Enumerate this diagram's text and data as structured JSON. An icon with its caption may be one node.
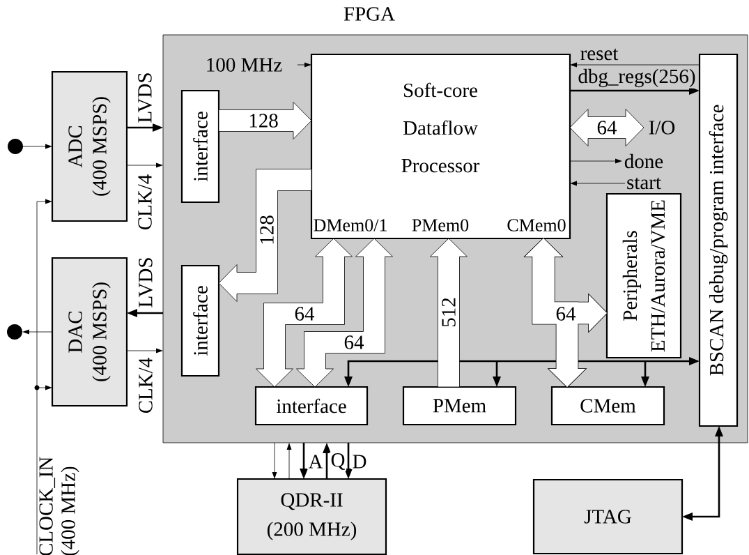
{
  "diagram": {
    "nodes": [
      {
        "text": [
          "FPGA"
        ]
      },
      {
        "text": [
          "ADC",
          "(400 MSPS)"
        ]
      },
      {
        "text": [
          "DAC",
          "(400 MSPS)"
        ]
      },
      {
        "text": [
          "interface"
        ],
        "in": 0
      },
      {
        "text": [
          "Soft-core Dataflow Processor",
          "DMem0/1",
          "PMem0",
          "CMem0"
        ],
        "in": 0
      },
      {
        "text": [
          "interface"
        ],
        "in": 0
      },
      {
        "text": [
          "Peripherals ETH/Aurora/VME"
        ],
        "in": 0
      },
      {
        "text": [
          "BSCAN debug/program interface"
        ],
        "in": 0
      },
      {
        "text": [
          "interface"
        ],
        "in": 0
      },
      {
        "text": [
          "PMem"
        ],
        "in": 0
      },
      {
        "text": [
          "CMem"
        ],
        "in": 0
      },
      {
        "text": [
          "QDR-II",
          "(200 MHz)"
        ]
      },
      {
        "text": [
          "JTAG"
        ]
      },
      {
        "text": [],
        "shape": "circle"
      },
      {
        "text": [],
        "shape": "circle"
      },
      {
        "text": [
          "CLOCK_IN (400 MHz)"
        ]
      },
      {
        "text": [
          "I/O"
        ],
        "in": 0
      },
      {
        "text": [
          "done"
        ],
        "in": 0
      },
      {
        "text": [
          "start"
        ],
        "in": 0
      }
    ],
    "edges": [
      {
        "from": 13,
        "to": 1,
        "arrow": "to"
      },
      {
        "from": 15,
        "to": 1,
        "arrow": "to"
      },
      {
        "from": 15,
        "to": 2,
        "arrow": "to"
      },
      {
        "from": 2,
        "to": 14,
        "arrow": "to"
      },
      {
        "from": 1,
        "to": 0,
        "arrow": "to",
        "label": "LVDS",
        "style": "thick"
      },
      {
        "from": 1,
        "to": 0,
        "arrow": "to",
        "label": "CLK/4"
      },
      {
        "from": 0,
        "to": 2,
        "arrow": "to",
        "label": "LVDS",
        "style": "thick"
      },
      {
        "from": 2,
        "to": 0,
        "arrow": "to",
        "label": "CLK/4"
      },
      {
        "from": null,
        "to": 4,
        "arrow": "to",
        "label": "100 MHz"
      },
      {
        "from": 3,
        "to": 4,
        "arrow": "to",
        "label": "128",
        "style": "thick"
      },
      {
        "from": 4,
        "to": 5,
        "arrow": "to",
        "label": "128",
        "style": "thick"
      },
      {
        "from": 4,
        "to": 8,
        "arrow": "both",
        "label": "64",
        "style": "thick"
      },
      {
        "from": 4,
        "to": 8,
        "arrow": "both",
        "label": "64",
        "style": "thick"
      },
      {
        "from": 9,
        "to": 4,
        "arrow": "to",
        "label": "512",
        "style": "thick"
      },
      {
        "from": 4,
        "to": 6,
        "arrow": "both",
        "label": "64",
        "style": "thick"
      },
      {
        "from": 4,
        "to": 10,
        "arrow": "both",
        "style": "thick"
      },
      {
        "from": 4,
        "to": 16,
        "arrow": "both",
        "label": "64",
        "style": "thick"
      },
      {
        "from": 4,
        "to": 17,
        "arrow": "to"
      },
      {
        "from": 18,
        "to": 4,
        "arrow": "to"
      },
      {
        "from": 7,
        "to": 4,
        "arrow": "to",
        "label": "reset"
      },
      {
        "from": 4,
        "to": 7,
        "arrow": "to",
        "label": "dbg_regs(256)",
        "style": "thick"
      },
      {
        "from": 7,
        "to": 8,
        "arrow": "both",
        "style": "thick"
      },
      {
        "from": 7,
        "to": 9,
        "arrow": "both",
        "style": "thick"
      },
      {
        "from": 7,
        "to": 10,
        "arrow": "both",
        "style": "thick"
      },
      {
        "from": 0,
        "to": 11,
        "arrow": "to"
      },
      {
        "from": 11,
        "to": 0,
        "arrow": "to"
      },
      {
        "from": 0,
        "to": 11,
        "arrow": "to",
        "label": "A",
        "style": "thick"
      },
      {
        "from": 11,
        "to": 0,
        "arrow": "to",
        "label": "Q",
        "style": "thick"
      },
      {
        "from": 0,
        "to": 11,
        "arrow": "to",
        "label": "D",
        "style": "thick"
      },
      {
        "from": 12,
        "to": 7,
        "arrow": "both",
        "style": "thick"
      }
    ]
  }
}
